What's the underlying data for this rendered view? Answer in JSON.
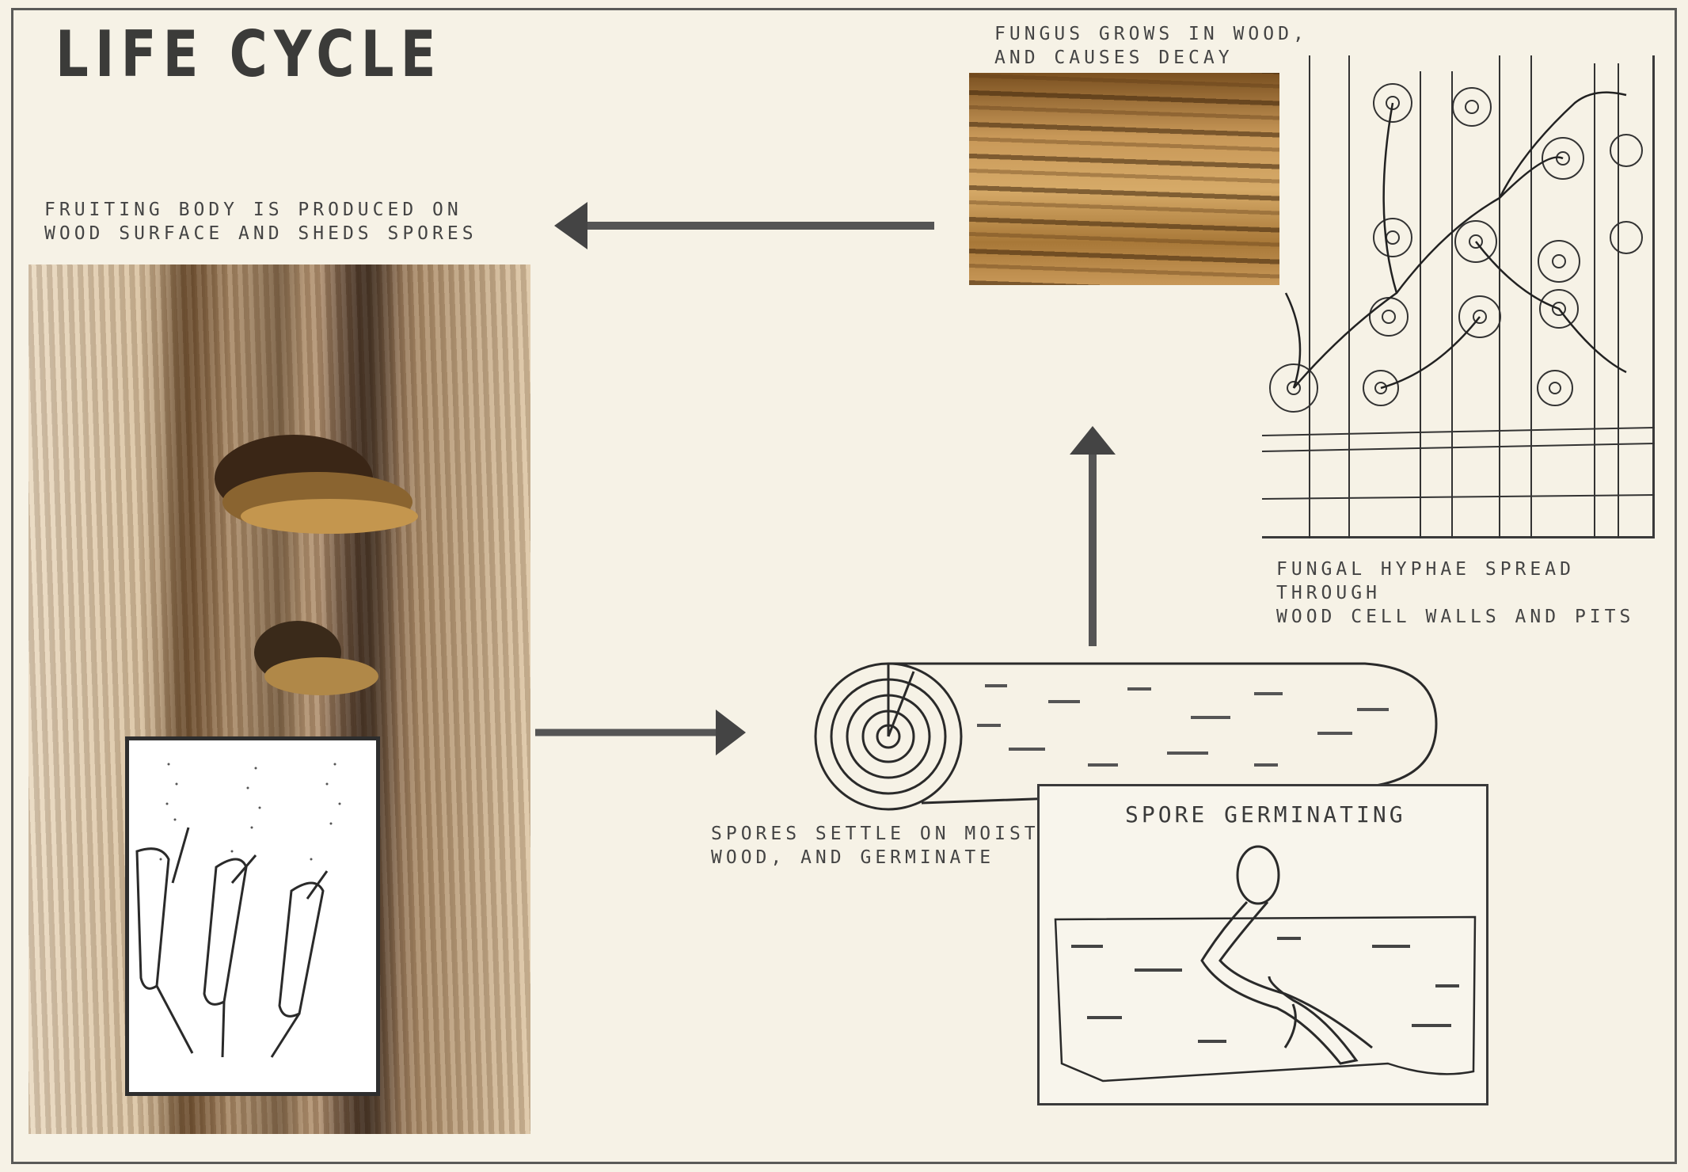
{
  "title": "LIFE CYCLE",
  "captions": {
    "fruiting_body": "FRUITING BODY IS PRODUCED ON\nWOOD SURFACE AND SHEDS SPORES",
    "fungus_grows": "FUNGUS GROWS IN WOOD,\nAND CAUSES DECAY",
    "hyphae_spread": "FUNGAL HYPHAE SPREAD THROUGH\nWOOD CELL WALLS AND PITS",
    "spores_settle": "SPORES SETTLE ON MOIST\nWOOD, AND GERMINATE",
    "spore_germinating": "SPORE GERMINATING"
  },
  "colors": {
    "background": "#f6f2e6",
    "ink": "#3a3a3a",
    "arrow": "#555555"
  }
}
